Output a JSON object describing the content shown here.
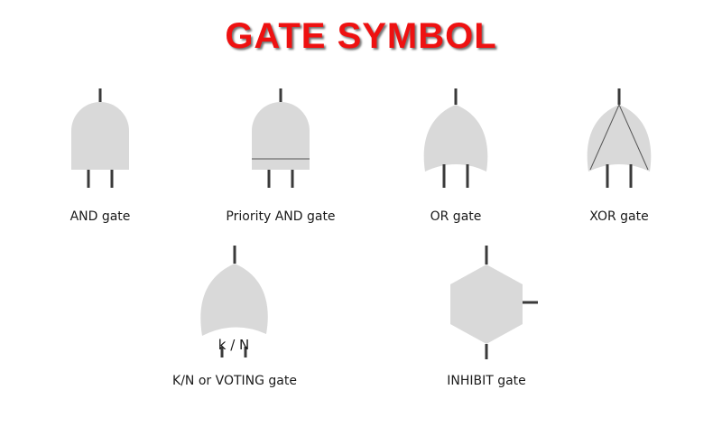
{
  "title": "GATE SYMBOL",
  "colors": {
    "title": "#ee1111",
    "gate_fill": "#d9d9d9",
    "lead": "#3a3a3a"
  },
  "gates": [
    {
      "label": "AND gate"
    },
    {
      "label": "Priority AND gate"
    },
    {
      "label": "OR gate"
    },
    {
      "label": "XOR gate"
    },
    {
      "label": "K/N or VOTING gate",
      "inner_label": "k / N"
    },
    {
      "label": "INHIBIT gate"
    }
  ]
}
